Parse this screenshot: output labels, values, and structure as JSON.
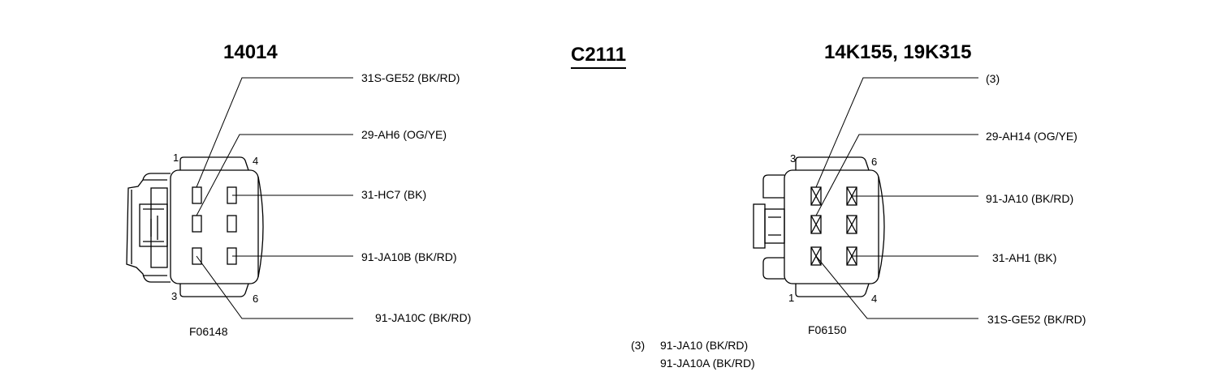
{
  "connector_id": "C2111",
  "left": {
    "part_number": "14014",
    "figure_code": "F06148",
    "pin_numbers": {
      "top_left": "1",
      "top_right": "4",
      "bottom_left": "3",
      "bottom_right": "6"
    },
    "circuits": [
      "31S-GE52 (BK/RD)",
      "29-AH6 (OG/YE)",
      "31-HC7 (BK)",
      "91-JA10B (BK/RD)",
      "91-JA10C (BK/RD)"
    ]
  },
  "right": {
    "part_number": "14K155, 19K315",
    "figure_code": "F06150",
    "pin_numbers": {
      "top_left": "3",
      "top_right": "6",
      "bottom_left": "1",
      "bottom_right": "4"
    },
    "circuits": [
      "(3)",
      "29-AH14 (OG/YE)",
      "91-JA10 (BK/RD)",
      "31-AH1 (BK)",
      "31S-GE52 (BK/RD)"
    ]
  },
  "footnote": {
    "marker": "(3)",
    "lines": [
      "91-JA10 (BK/RD)",
      "91-JA10A (BK/RD)"
    ]
  }
}
